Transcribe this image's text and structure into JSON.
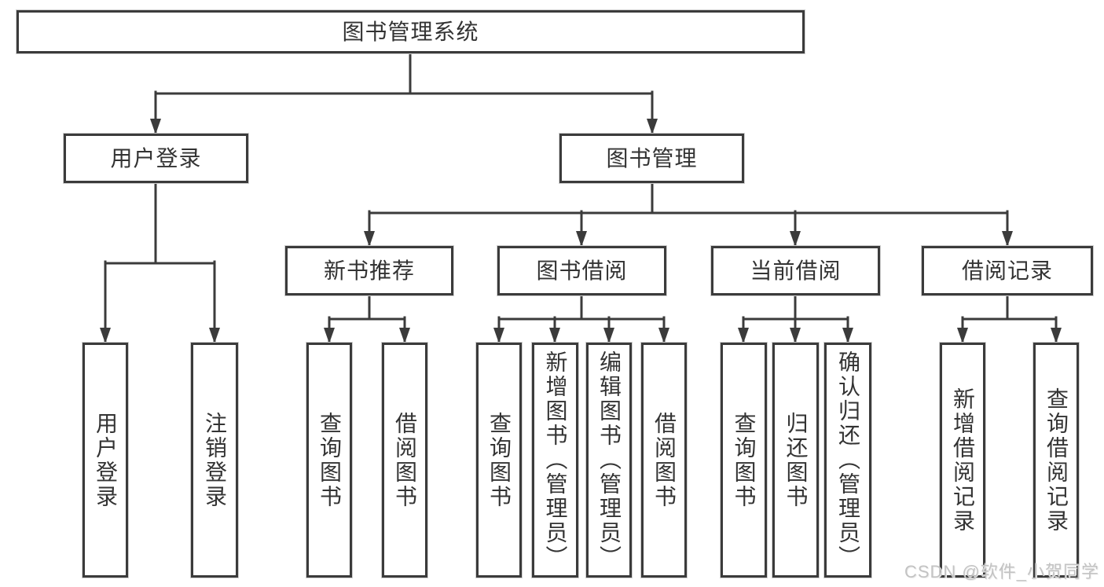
{
  "diagram": {
    "title_node": {
      "label": "图书管理系统"
    },
    "level2": [
      {
        "label": "用户登录"
      },
      {
        "label": "图书管理"
      }
    ],
    "level3": [
      {
        "label": "新书推荐"
      },
      {
        "label": "图书借阅"
      },
      {
        "label": "当前借阅"
      },
      {
        "label": "借阅记录"
      }
    ],
    "leaves": {
      "user_login": [
        {
          "label": "用户登录"
        },
        {
          "label": "注销登录"
        }
      ],
      "new_book_recommend": [
        {
          "label": "查询图书"
        },
        {
          "label": "借阅图书"
        }
      ],
      "book_borrow": [
        {
          "label": "查询图书"
        },
        {
          "label": "新增图书（管理员）"
        },
        {
          "label": "编辑图书（管理员）"
        },
        {
          "label": "借阅图书"
        }
      ],
      "current_borrow": [
        {
          "label": "查询图书"
        },
        {
          "label": "归还图书"
        },
        {
          "label": "确认归还（管理员）"
        }
      ],
      "borrow_records": [
        {
          "label": "新增借阅记录"
        },
        {
          "label": "查询借阅记录"
        }
      ]
    },
    "colors": {
      "line": "#3b3b3b",
      "text": "#333333",
      "background": "#ffffff",
      "watermark": "#c3c3c3"
    }
  },
  "watermark": {
    "text": "CSDN @软件_小贺同学"
  }
}
